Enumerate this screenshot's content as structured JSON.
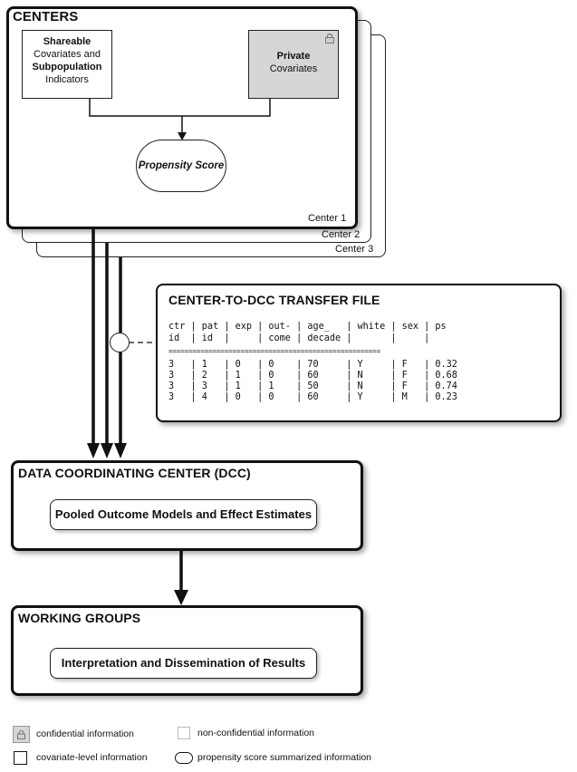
{
  "centers": {
    "title": "CENTERS",
    "shareable_box": {
      "line1": "Shareable",
      "line2": "Covariates and",
      "line3": "Subpopulation",
      "line4": "Indicators"
    },
    "private_box": {
      "line1": "Private",
      "line2": "Covariates",
      "icon": "lock-icon"
    },
    "propensity_label": "Propensity Score",
    "labels": [
      "Center 1",
      "Center 2",
      "Center 3"
    ]
  },
  "transfer_file": {
    "title": "CENTER-TO-DCC TRANSFER FILE",
    "header1": "ctr | pat | exp | out- | age_   | white | sex | ps",
    "header2": "id  | id  |     | come | decade |       |     |",
    "divider": "=====================================================",
    "rows": [
      "3   | 1   | 0   | 0    | 70     | Y     | F   | 0.32",
      "3   | 2   | 1   | 0    | 60     | N     | F   | 0.68",
      "3   | 3   | 1   | 1    | 50     | N     | F   | 0.74",
      "3   | 4   | 0   | 0    | 60     | Y     | M   | 0.23"
    ]
  },
  "dcc": {
    "title": "DATA COORDINATING CENTER (DCC)",
    "inner": "Pooled Outcome Models and Effect Estimates"
  },
  "working_groups": {
    "title": "WORKING GROUPS",
    "inner": "Interpretation and Dissemination of Results"
  },
  "legend": {
    "confidential": "confidential information",
    "non_confidential": "non-confidential information",
    "covariate_level": "covariate-level information",
    "propensity_summarized": "propensity score summarized information"
  },
  "colors": {
    "private_fill": "#d6d6d6",
    "stroke": "#111111"
  }
}
